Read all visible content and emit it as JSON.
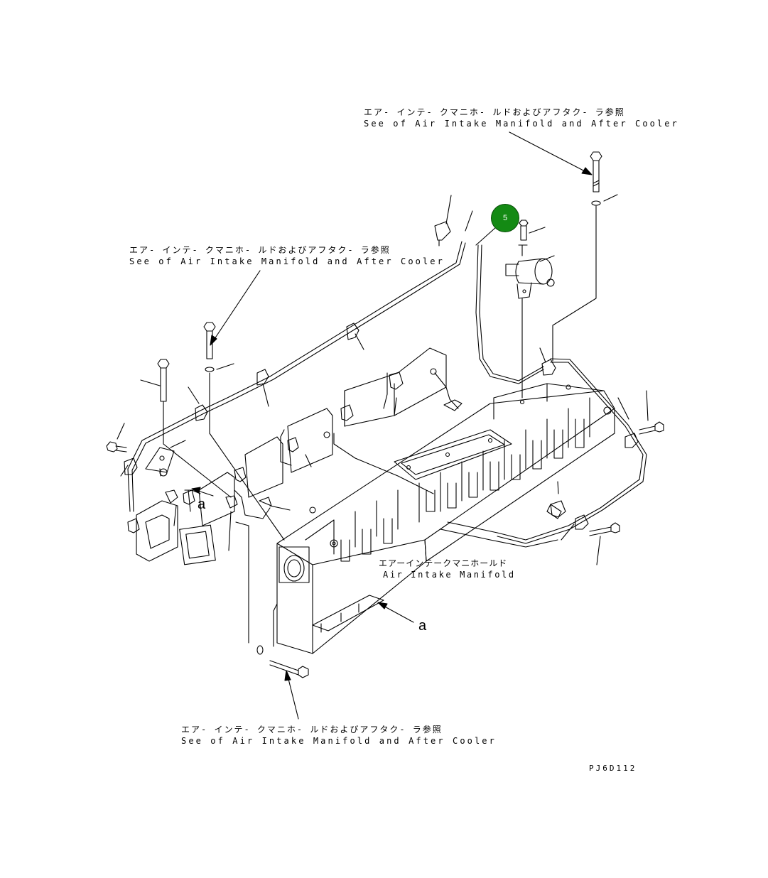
{
  "references": [
    {
      "jp": "エア- インテ- クマニホ- ルドおよびアフタク- ラ参照",
      "en": "See of Air Intake Manifold and After Cooler"
    },
    {
      "jp": "エア- インテ- クマニホ- ルドおよびアフタク- ラ参照",
      "en": "See of Air Intake Manifold and After Cooler"
    },
    {
      "jp": "エア- インテ- クマニホ- ルドおよびアフタク- ラ参照",
      "en": "See of Air Intake Manifold and After Cooler"
    }
  ],
  "manifold_label": {
    "jp": "エアーインテークマニホールド",
    "en": "Air Intake Manifold"
  },
  "view_letters": [
    "a",
    "a"
  ],
  "callout": {
    "number": "5",
    "color": "#148a14"
  },
  "drawing_code": "PJ6D112",
  "colors": {
    "line": "#000000",
    "background": "#ffffff",
    "callout": "#148a14"
  }
}
